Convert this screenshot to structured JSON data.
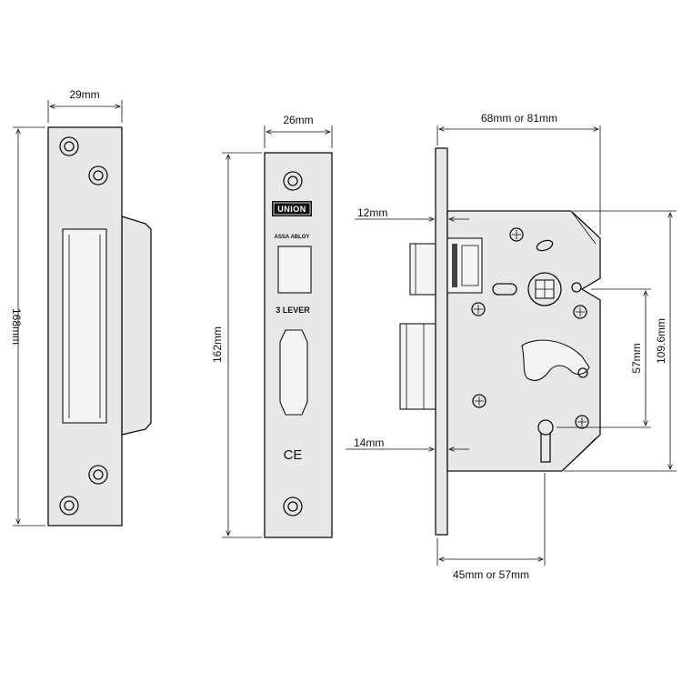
{
  "dimensions": {
    "strike_width": "29mm",
    "strike_height": "168mm",
    "forend_width": "26mm",
    "forend_height": "162mm",
    "case_depth": "68mm or 81mm",
    "backset": "45mm or 57mm",
    "forend_thickness": "12mm",
    "latch_offset": "14mm",
    "centres": "57mm",
    "case_height": "109.6mm"
  },
  "labels": {
    "brand": "UNION",
    "brand_sub": "ASSA ABLOY",
    "lever": "3 LEVER",
    "ce_mark": "CE"
  }
}
